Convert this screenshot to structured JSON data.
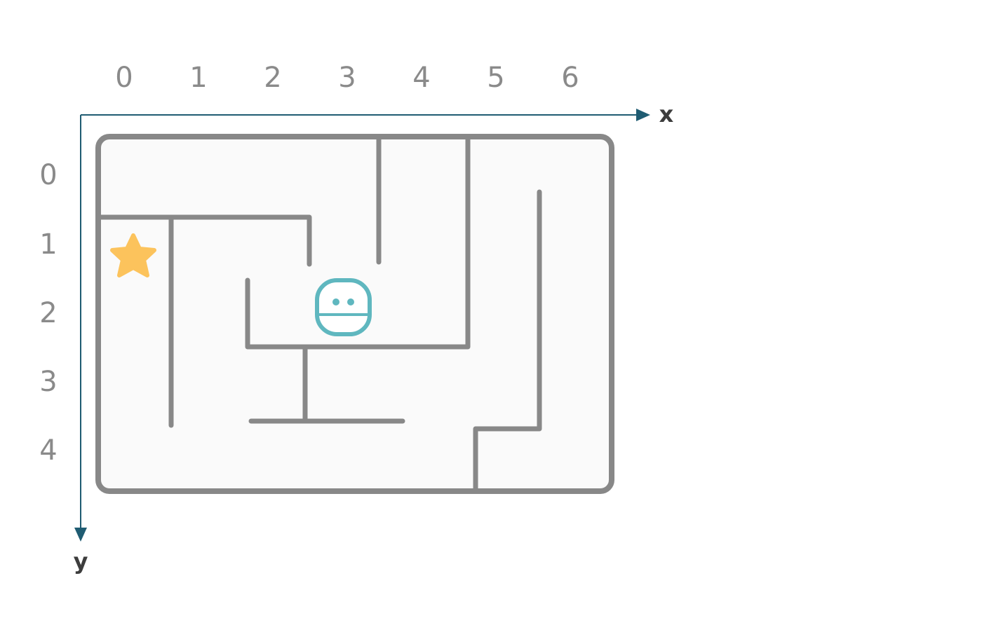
{
  "axes": {
    "x_label": "x",
    "y_label": "y",
    "x_ticks": [
      "0",
      "1",
      "2",
      "3",
      "4",
      "5",
      "6"
    ],
    "y_ticks": [
      "0",
      "1",
      "2",
      "3",
      "4"
    ],
    "color": "#1f5c72"
  },
  "maze": {
    "columns": 7,
    "rows": 5,
    "wall_color": "#888888",
    "floor_color": "#fafafa"
  },
  "goal": {
    "icon": "star-icon",
    "color": "#fcc35c"
  },
  "player": {
    "icon": "robot-icon",
    "color": "#5fb7bf"
  }
}
